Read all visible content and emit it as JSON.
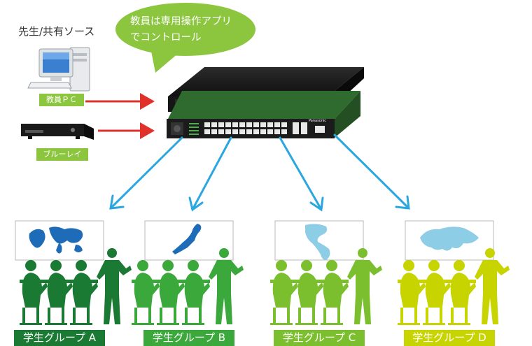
{
  "source_title": "先生/共有ソース",
  "bubble": {
    "line1": "教員は専用操作アプリ",
    "line2": "でコントロール"
  },
  "devices": {
    "teacher_pc": "教員ＰＣ",
    "bluray": "ブルーレイ"
  },
  "switch": {
    "brand": "Panasonic"
  },
  "groups": [
    {
      "label": "学生グループ A",
      "color": "#1a7a34",
      "map": "world"
    },
    {
      "label": "学生グループ B",
      "color": "#3aa83a",
      "map": "japan"
    },
    {
      "label": "学生グループ C",
      "color": "#7cbf2e",
      "map": "americas"
    },
    {
      "label": "学生グループ D",
      "color": "#c8d400",
      "map": "eurasia"
    }
  ],
  "colors": {
    "bubble": "#8cc63f",
    "input_arrow": "#e0322a",
    "output_arrow": "#2aa7e0",
    "tag": "#8cc63f",
    "map_world": "#1e6bb8",
    "map_light": "#8ecde6"
  }
}
